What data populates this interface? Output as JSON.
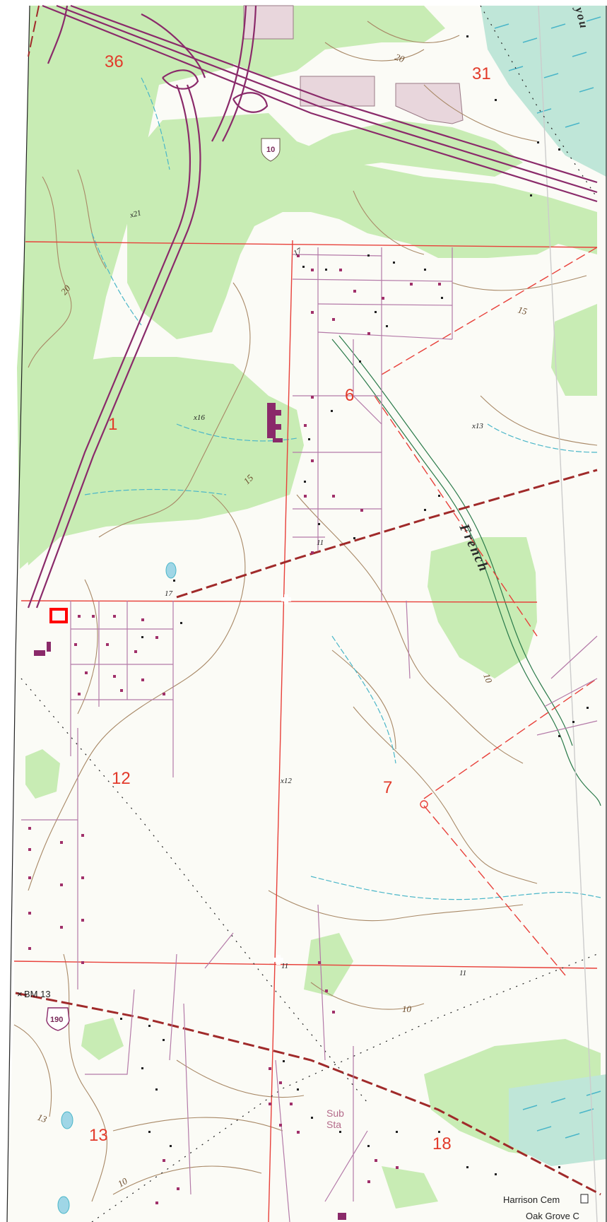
{
  "map": {
    "sections": [
      {
        "id": "36",
        "label": "36"
      },
      {
        "id": "31",
        "label": "31"
      },
      {
        "id": "1",
        "label": "1"
      },
      {
        "id": "6",
        "label": "6"
      },
      {
        "id": "12",
        "label": "12"
      },
      {
        "id": "7",
        "label": "7"
      },
      {
        "id": "13",
        "label": "13"
      },
      {
        "id": "18",
        "label": "18"
      }
    ],
    "route_shields": {
      "interstate": "10",
      "us_route": "190"
    },
    "contour_labels": [
      "20",
      "20",
      "15",
      "15",
      "10",
      "10",
      "10",
      "13"
    ],
    "spot_elevations": [
      "x21",
      "17",
      "x16",
      "x13",
      "11",
      "17",
      "x12",
      "11",
      "11"
    ],
    "place_labels": {
      "benchmark": "BM 13",
      "substation_1": "Sub",
      "substation_2": "Sta",
      "cemetery": "Harrison Cem",
      "cemetery_2": "Oak Grove C"
    },
    "creek_name": "French",
    "partial_label": "you",
    "colors": {
      "woodland_green": "#c8ecb4",
      "section_lines_red": "#e8403a",
      "highway_purple": "#8a2a6a",
      "building_dots": "#a0306a",
      "contour_brown": "#a88866",
      "water_blue": "#4ab6c8"
    },
    "legend_cross_note": "+"
  }
}
